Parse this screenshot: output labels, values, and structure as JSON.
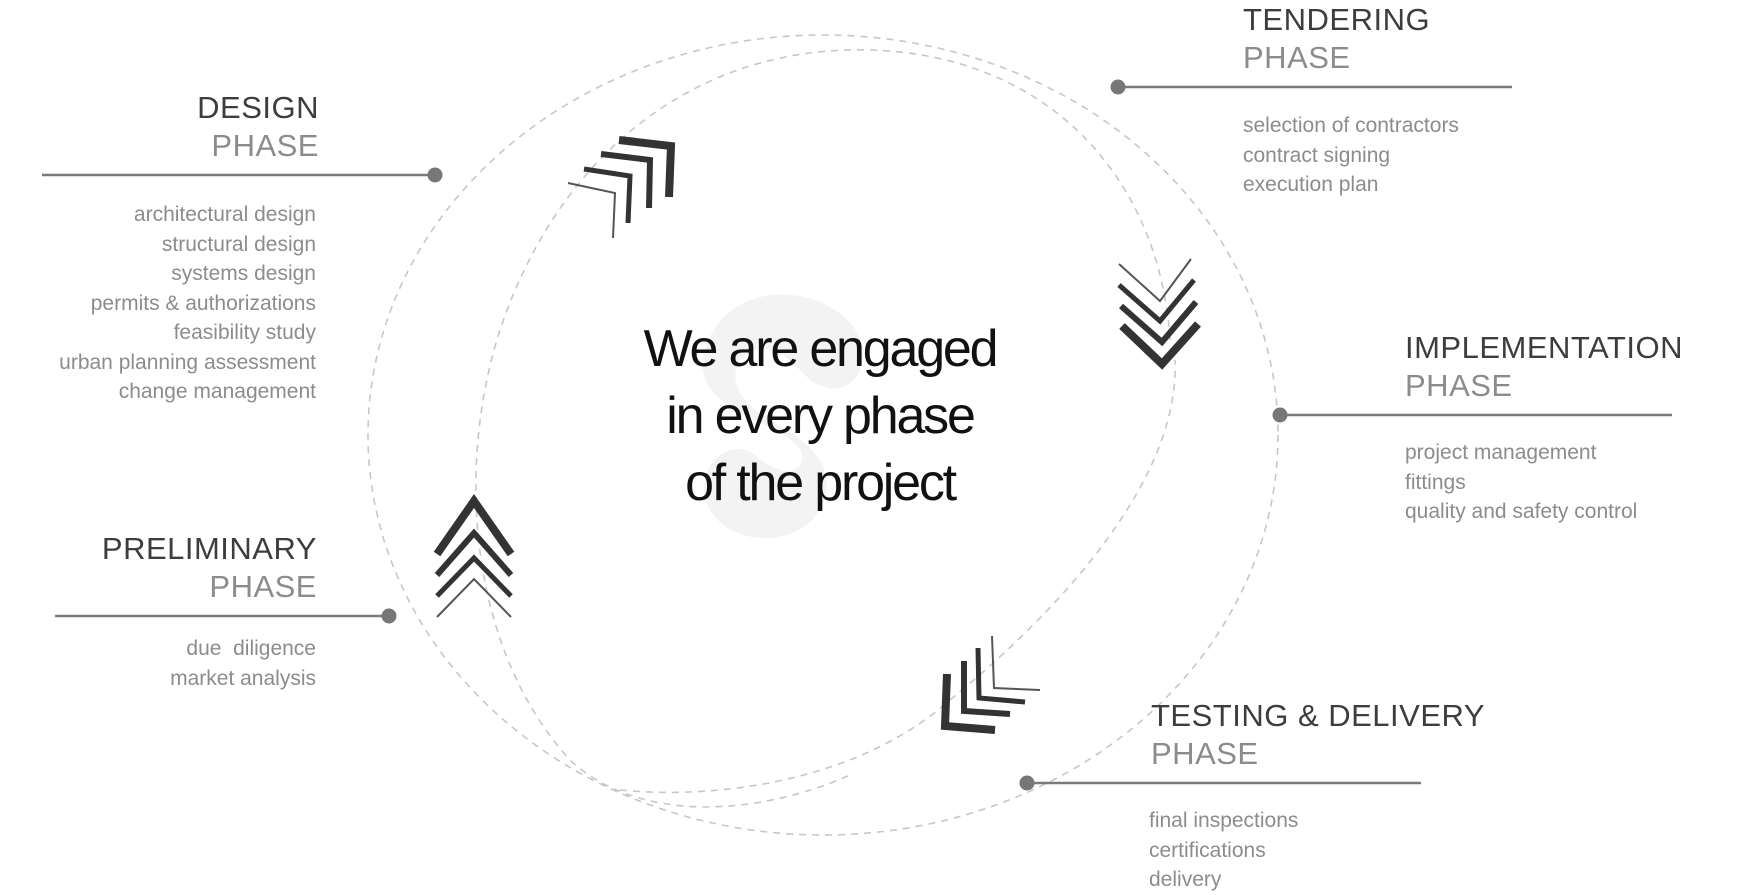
{
  "headline": {
    "line1": "We are engaged",
    "line2": "in every phase",
    "line3": "of the project"
  },
  "phases": {
    "design": {
      "title": "DESIGN",
      "subtitle": "PHASE",
      "items": [
        "architectural design",
        "structural design",
        "systems design",
        "permits & authorizations",
        "feasibility study",
        "urban planning assessment",
        "change management"
      ]
    },
    "tendering": {
      "title": "TENDERING",
      "subtitle": "PHASE",
      "items": [
        "selection of contractors",
        "contract signing",
        "execution plan"
      ]
    },
    "implementation": {
      "title": "IMPLEMENTATION",
      "subtitle": "PHASE",
      "items": [
        "project management",
        "fittings",
        "quality and safety control"
      ]
    },
    "testing": {
      "title": "TESTING & DELIVERY",
      "subtitle": "PHASE",
      "items": [
        "final inspections",
        "certifications",
        "delivery"
      ]
    },
    "preliminary": {
      "title": "PRELIMINARY",
      "subtitle": "PHASE",
      "items": [
        "due  diligence",
        "market analysis"
      ]
    }
  },
  "colors": {
    "title": "#3d3d3d",
    "subtitle": "#8c8c8c",
    "item_text": "#8c8c8c",
    "connector_line": "#7a7a7a",
    "dashed_path": "#c4c4c4",
    "chevron": "#333333",
    "watermark": "#f2f2f2",
    "headline": "#111111"
  },
  "icons": {
    "chevrons": [
      "chevron-up-right-icon",
      "chevron-down-icon",
      "chevron-down-left-icon",
      "chevron-up-icon"
    ],
    "watermark": "logo-watermark"
  }
}
